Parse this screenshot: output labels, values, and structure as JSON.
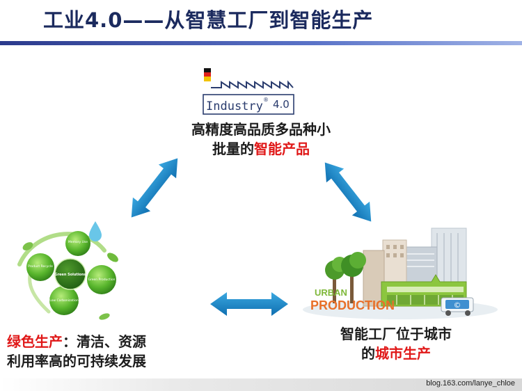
{
  "title": "工业4.0——从智慧工厂到智能生产",
  "logo": {
    "text": "Industry",
    "version": "4.0",
    "superscript": "®"
  },
  "green": {
    "hub": "Green Solutions",
    "items": [
      "Memory Use",
      "Product Recycle",
      "Green Production",
      "Low Carbonization"
    ]
  },
  "urban": {
    "line1": "URBAN",
    "line2": "PRODUCTION"
  },
  "captions": {
    "top": {
      "l1": "高精度高品质多品种小",
      "l2a": "批量的",
      "l2b": "智能产品"
    },
    "left": {
      "l1a": "绿色生产",
      "l1b": "：清洁、资源",
      "l2": "利用率高的可持续发展"
    },
    "right": {
      "l1": "智能工厂位于城市",
      "l2a": "的",
      "l2b": "城市生产"
    }
  },
  "watermark": "blog.163.com/lanye_chloe",
  "colors": {
    "arrow": "#1a86c6",
    "accent": "#e01818",
    "title": "#1b2a5e",
    "green": "#4caf2a"
  }
}
